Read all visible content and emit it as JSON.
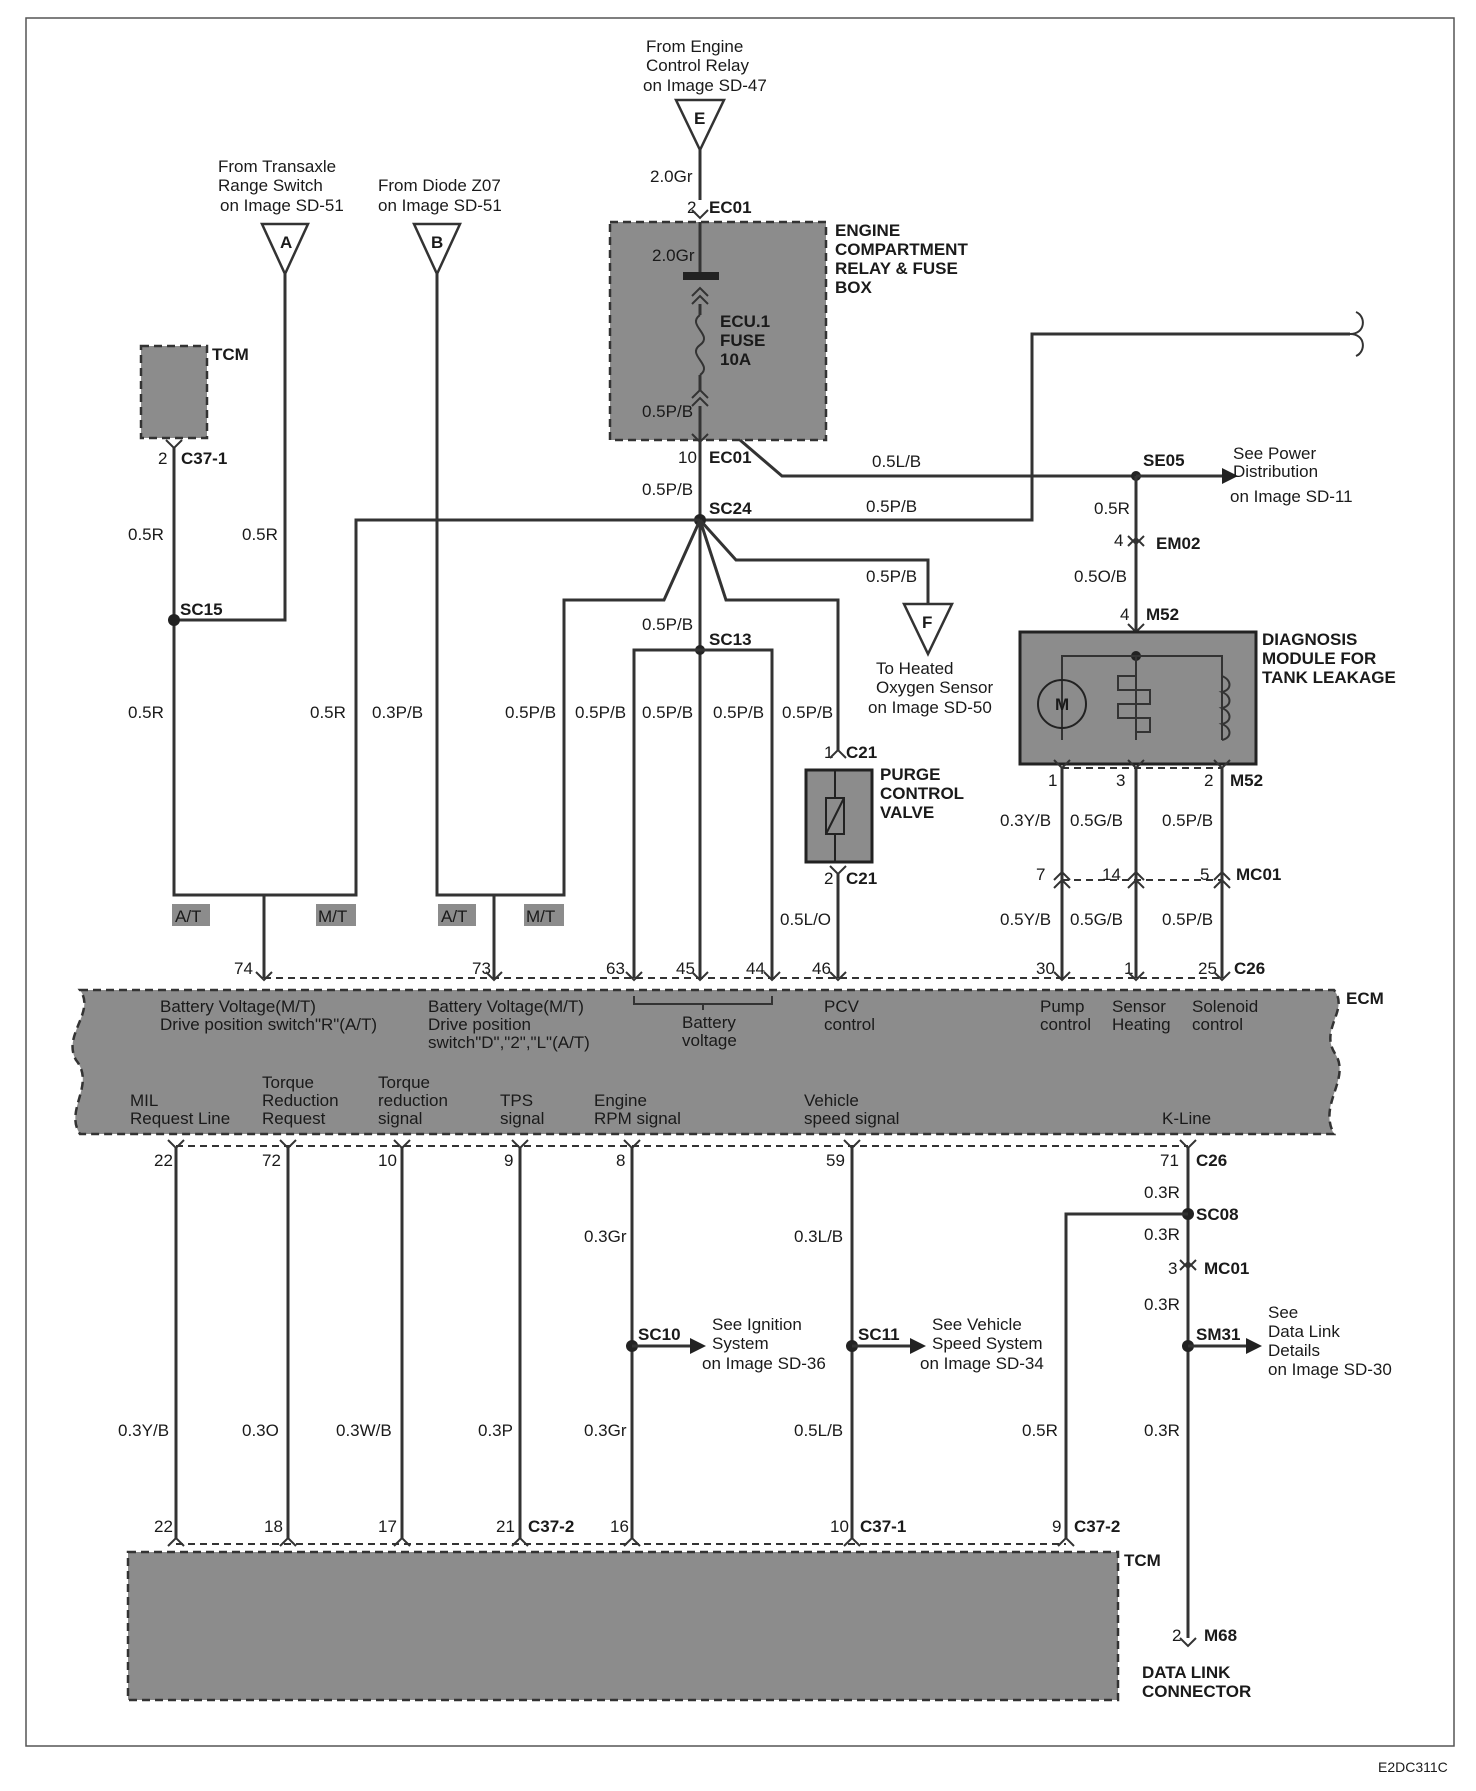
{
  "refs": {
    "E": {
      "letter": "E",
      "l1": "From Engine",
      "l2": "Control Relay",
      "l3": "on Image SD-47"
    },
    "A": {
      "letter": "A",
      "l1": "From Transaxle",
      "l2": "Range Switch",
      "l3": "on Image SD-51"
    },
    "B": {
      "letter": "B",
      "l1": "From Diode Z07",
      "l2": "on Image SD-51"
    },
    "F": {
      "letter": "F",
      "l1": "To Heated",
      "l2": "Oxygen Sensor",
      "l3": "on Image SD-50"
    }
  },
  "modules": {
    "tcm_top": "TCM",
    "relay_box": [
      "ENGINE",
      "COMPARTMENT",
      "RELAY & FUSE",
      "BOX"
    ],
    "fuse": [
      "ECU.1",
      "FUSE",
      "10A"
    ],
    "purge": [
      "PURGE",
      "CONTROL",
      "VALVE"
    ],
    "diag": [
      "DIAGNOSIS",
      "MODULE FOR",
      "TANK LEAKAGE"
    ],
    "ecm": "ECM",
    "tcm_bottom": "TCM",
    "dlc": [
      "DATA LINK",
      "CONNECTOR"
    ],
    "motor": "M"
  },
  "connectors": {
    "ec01_top": "EC01",
    "ec01_bot": "EC01",
    "c37_1_top": "C37-1",
    "sc24": "SC24",
    "sc15": "SC15",
    "sc13": "SC13",
    "se05": "SE05",
    "em02": "EM02",
    "m52_top": "M52",
    "m52_bot": "M52",
    "c21_top": "C21",
    "c21_bot": "C21",
    "mc01_top": "MC01",
    "c26_top": "C26",
    "c26_bot": "C26",
    "sc08": "SC08",
    "mc01_bot": "MC01",
    "sc10": "SC10",
    "sc11": "SC11",
    "sm31": "SM31",
    "c37_2_a": "C37-2",
    "c37_1_b": "C37-1",
    "c37_2_b": "C37-2",
    "m68": "M68"
  },
  "pins": {
    "ec01_top": "2",
    "ec01_bot": "10",
    "c37_1_top": "2",
    "em02": "4",
    "m52_top": "4",
    "c21_top": "1",
    "c21_bot": "2",
    "m52_1": "1",
    "m52_3": "3",
    "m52_2": "2",
    "mc01_7": "7",
    "mc01_14": "14",
    "mc01_5": "5",
    "e74": "74",
    "e73": "73",
    "e63": "63",
    "e45": "45",
    "e44": "44",
    "e46": "46",
    "e30": "30",
    "e1": "1",
    "e25": "25",
    "e22": "22",
    "e72": "72",
    "e10": "10",
    "e9": "9",
    "e8": "8",
    "e59": "59",
    "e71": "71",
    "mc01_3": "3",
    "t22": "22",
    "t18": "18",
    "t17": "17",
    "t21": "21",
    "t16": "16",
    "t10": "10",
    "t9": "9",
    "m68": "2"
  },
  "wires": {
    "w_2gr_top": "2.0Gr",
    "w_2gr_box": "2.0Gr",
    "w_05pb_box": "0.5P/B",
    "w_05lb_top": "0.5L/B",
    "w_05pb_sc24": "0.5P/B",
    "w_05pb_right": "0.5P/B",
    "w_05pb_f": "0.5P/B",
    "w_05r_tcm": "0.5R",
    "w_05r_a": "0.5R",
    "w_05r_sc15": "0.5R",
    "w_05r_mt": "0.5R",
    "w_03pb_b": "0.3P/B",
    "w_05pb_c1": "0.5P/B",
    "w_05pb_c2": "0.5P/B",
    "w_05pb_c3": "0.5P/B",
    "w_05pb_c4": "0.5P/B",
    "w_05pb_c5": "0.5P/B",
    "w_05pb_sc13": "0.5P/B",
    "w_05r_se05": "0.5R",
    "w_05ob": "0.5O/B",
    "w_05lo": "0.5L/O",
    "w_03yb_up": "0.3Y/B",
    "w_05gb_up": "0.5G/B",
    "w_05pb_up": "0.5P/B",
    "w_05yb_dn": "0.5Y/B",
    "w_05gb_dn": "0.5G/B",
    "w_05pb_dn": "0.5P/B",
    "w_03r_c26": "0.3R",
    "w_03r_sc08": "0.3R",
    "w_03r_mc01": "0.3R",
    "w_03r_sm31": "0.3R",
    "w_03gr_top": "0.3Gr",
    "w_03lb_top": "0.3L/B",
    "w_03yb_b": "0.3Y/B",
    "w_03o_b": "0.3O",
    "w_03wb_b": "0.3W/B",
    "w_03p_b": "0.3P",
    "w_03gr_b": "0.3Gr",
    "w_05lb_b": "0.5L/B",
    "w_05r_b": "0.5R"
  },
  "arrows": {
    "se05": [
      "See Power",
      "Distribution",
      "on Image SD-11"
    ],
    "sc10": [
      "See Ignition",
      "System",
      "on Image SD-36"
    ],
    "sc11": [
      "See Vehicle",
      "Speed System",
      "on Image SD-34"
    ],
    "sm31": [
      "See",
      "Data Link",
      "Details",
      "on Image SD-30"
    ]
  },
  "tags": {
    "at1": "A/T",
    "mt1": "M/T",
    "at2": "A/T",
    "mt2": "M/T"
  },
  "ecm_signals": {
    "s74": [
      "Battery Voltage(M/T)",
      "Drive position switch\"R\"(A/T)"
    ],
    "s73": [
      "Battery Voltage(M/T)",
      "Drive position",
      "switch\"D\",\"2\",\"L\"(A/T)"
    ],
    "batt": [
      "Battery",
      "voltage"
    ],
    "pcv": [
      "PCV",
      "control"
    ],
    "pump": [
      "Pump",
      "control"
    ],
    "sensor": [
      "Sensor",
      "Heating"
    ],
    "solenoid": [
      "Solenoid",
      "control"
    ],
    "mil": [
      "MIL",
      "Request Line"
    ],
    "torque_req": [
      "Torque",
      "Reduction",
      "Request"
    ],
    "torque_sig": [
      "Torque",
      "reduction",
      "signal"
    ],
    "tps": [
      "TPS",
      "signal"
    ],
    "rpm": [
      "Engine",
      "RPM signal"
    ],
    "vss": [
      "Vehicle",
      "speed signal"
    ],
    "kline": [
      "K-Line"
    ]
  },
  "code": "E2DC311C"
}
